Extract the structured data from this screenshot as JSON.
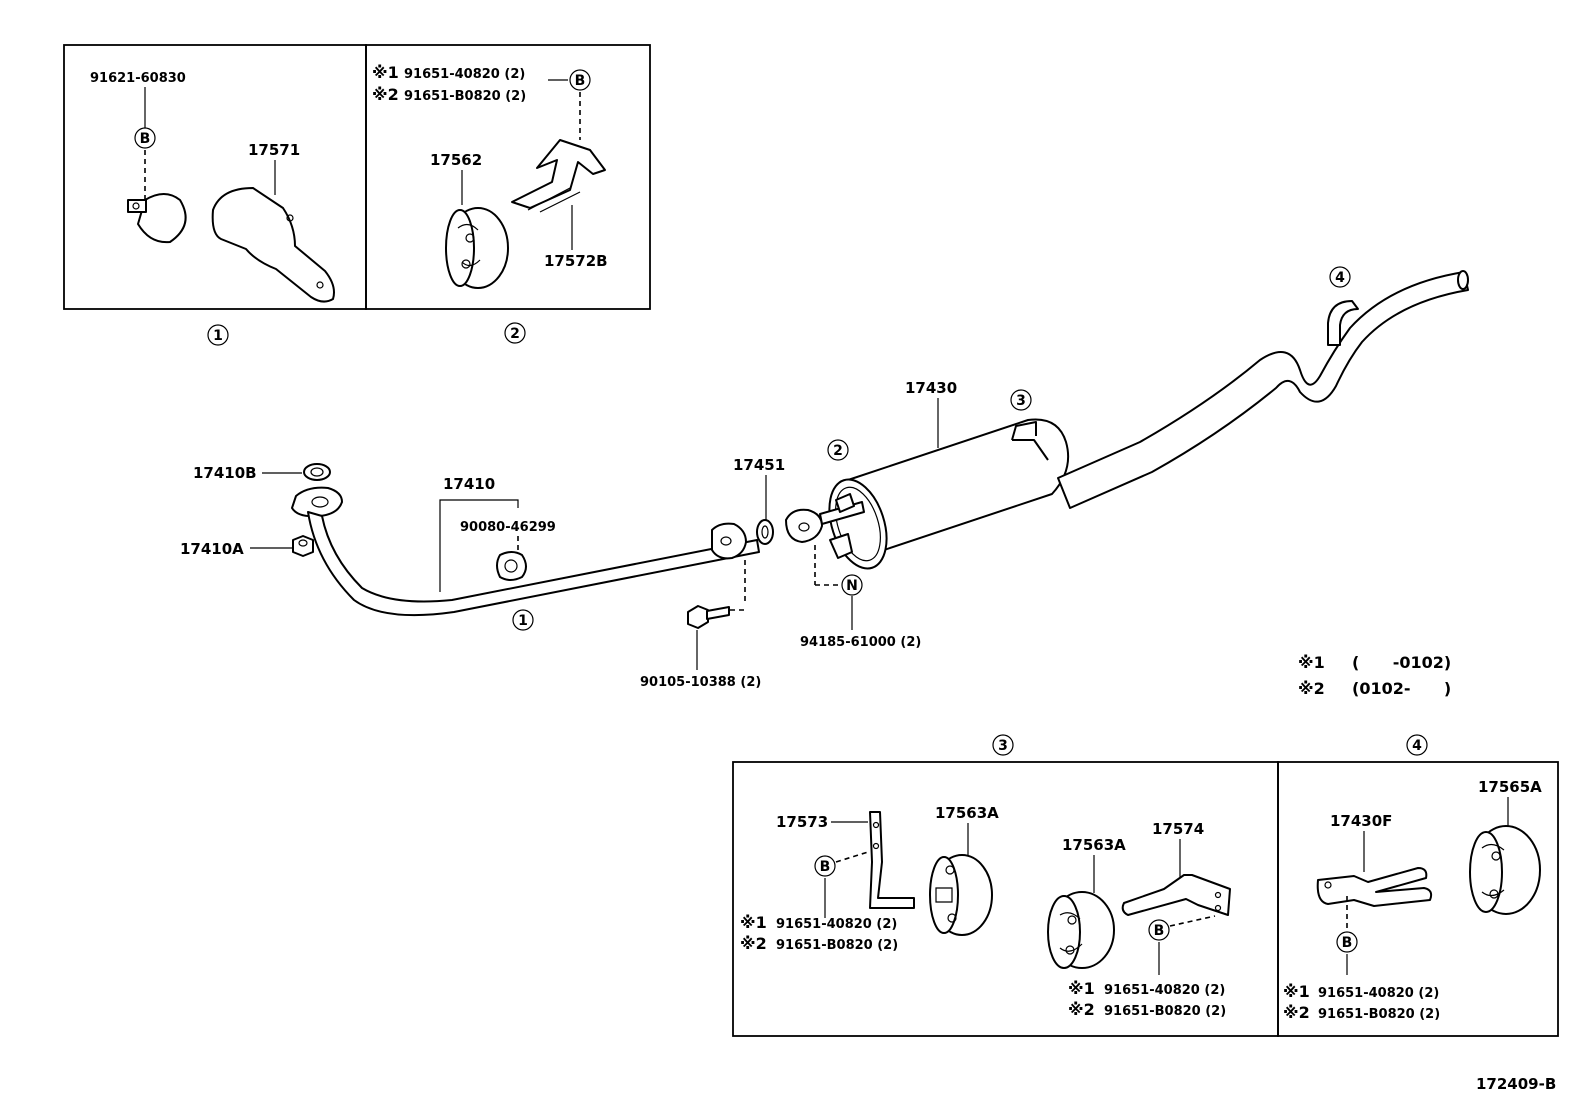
{
  "diagram_code": "172409-B",
  "callouts": {
    "c1": "1",
    "c2": "2",
    "c3": "3",
    "c4": "4",
    "cB": "B",
    "cN": "N"
  },
  "notes": {
    "mark": "※",
    "n1_index": "1",
    "n1_text": "(      -0102)",
    "n2_index": "2",
    "n2_text": "(0102-      )"
  },
  "main": {
    "p17410B": "17410B",
    "p17410A": "17410A",
    "p17410": "17410",
    "p90080": "90080-46299",
    "p17451": "17451",
    "p17430": "17430",
    "p94185": "94185-61000 (2)",
    "p90105": "90105-10388 (2)"
  },
  "inset1": {
    "p91621": "91621-60830",
    "p17571": "17571"
  },
  "inset2": {
    "p1": "91651-40820 (2)",
    "p2": "91651-B0820 (2)",
    "p17562": "17562",
    "p17572B": "17572B"
  },
  "inset3": {
    "p17573": "17573",
    "p17563A_a": "17563A",
    "p17563A_b": "17563A",
    "p17574": "17574",
    "l1": "91651-40820 (2)",
    "l2": "91651-B0820 (2)",
    "r1": "91651-40820 (2)",
    "r2": "91651-B0820 (2)"
  },
  "inset4": {
    "p17430F": "17430F",
    "p17565A": "17565A",
    "p1": "91651-40820 (2)",
    "p2": "91651-B0820 (2)"
  }
}
